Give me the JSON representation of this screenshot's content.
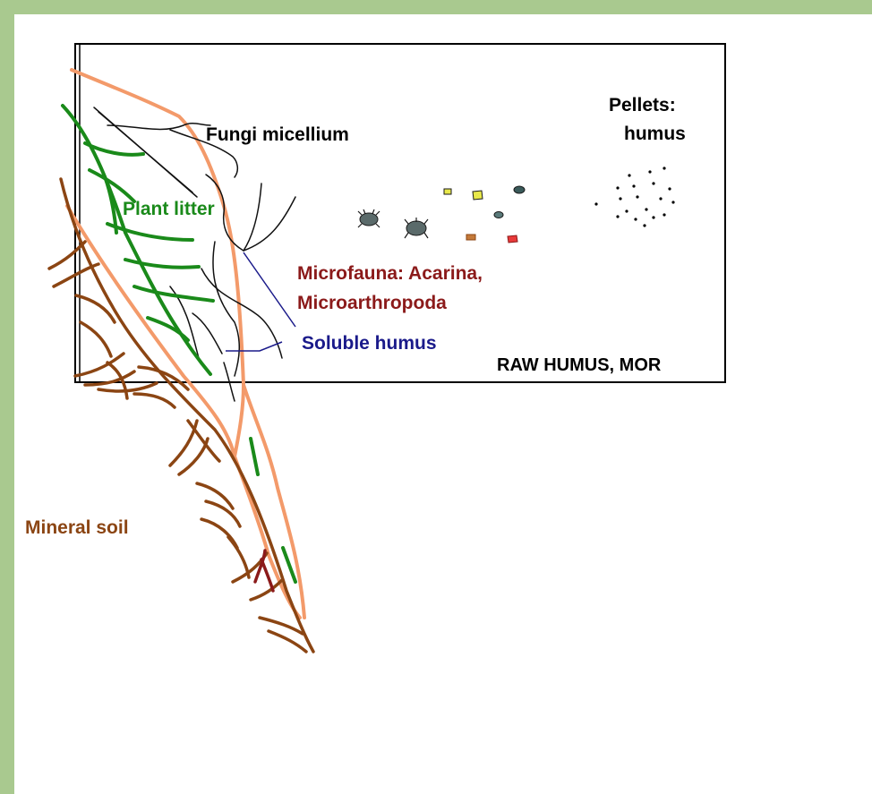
{
  "diagram": {
    "labels": {
      "fungi": "Fungi micellium",
      "plant_litter": "Plant litter",
      "pellets_line1": "Pellets:",
      "pellets_line2": "humus",
      "microfauna_line1": "Microfauna: Acarina,",
      "microfauna_line2": "Microarthropoda",
      "soluble_humus": "Soluble humus",
      "raw_humus": "RAW HUMUS, MOR",
      "mineral_soil": "Mineral soil"
    },
    "colors": {
      "background_border": "#a9c98f",
      "box_stroke": "#000000",
      "fungi": "#000000",
      "plant_litter": "#1a8a1a",
      "roots_orange": "#f39a6a",
      "mineral_soil": "#8b4513",
      "microfauna_text": "#8b1a1a",
      "soluble_humus": "#1a1a8a",
      "bug_gray": "#5a6a6a",
      "bug_yellow": "#e8e84a",
      "bug_orange": "#c47a3a",
      "bug_red": "#e83a3a"
    }
  }
}
